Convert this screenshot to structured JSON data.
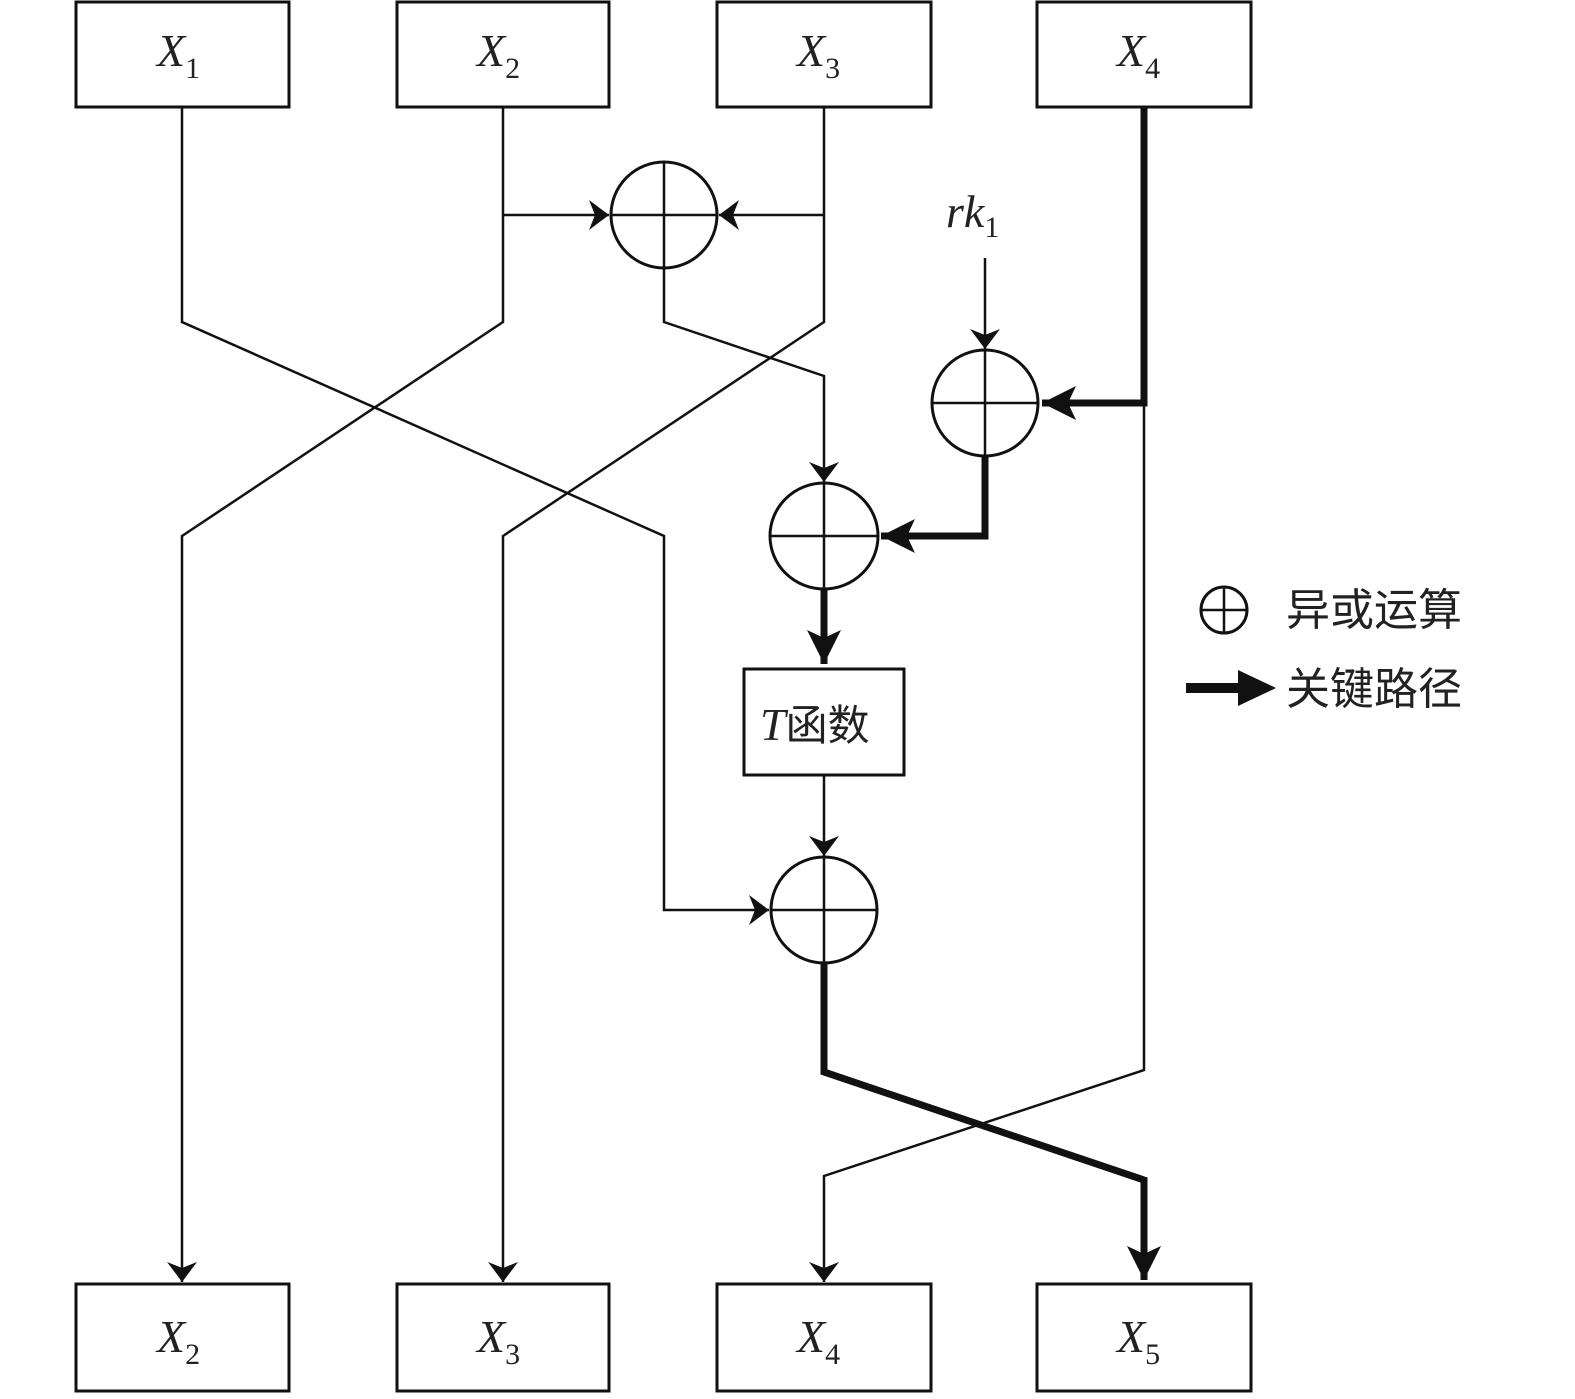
{
  "diagram": {
    "title": "",
    "inputs": [
      {
        "var": "X",
        "sub": "1"
      },
      {
        "var": "X",
        "sub": "2"
      },
      {
        "var": "X",
        "sub": "3"
      },
      {
        "var": "X",
        "sub": "4"
      }
    ],
    "outputs": [
      {
        "var": "X",
        "sub": "2"
      },
      {
        "var": "X",
        "sub": "3"
      },
      {
        "var": "X",
        "sub": "4"
      },
      {
        "var": "X",
        "sub": "5"
      }
    ],
    "round_key": {
      "var": "rk",
      "sub": "1"
    },
    "t_function": {
      "var": "T",
      "text": "函数"
    },
    "operators": [
      {
        "id": "xor-x2-x3",
        "type": "xor",
        "inputs": [
          "X2",
          "X3"
        ]
      },
      {
        "id": "xor-rk1-x4",
        "type": "xor",
        "inputs": [
          "rk1",
          "X4"
        ],
        "critical_input": "X4"
      },
      {
        "id": "xor-merge",
        "type": "xor",
        "inputs": [
          "xor-x2-x3",
          "xor-rk1-x4"
        ],
        "critical_input": "xor-rk1-x4"
      },
      {
        "id": "xor-output",
        "type": "xor",
        "inputs": [
          "T",
          "X1"
        ]
      }
    ],
    "connections": [
      {
        "from": "X1",
        "to": "xor-output",
        "critical": false
      },
      {
        "from": "X2",
        "to": "xor-x2-x3",
        "critical": false
      },
      {
        "from": "X2",
        "to": "out-X2",
        "critical": false
      },
      {
        "from": "X3",
        "to": "xor-x2-x3",
        "critical": false
      },
      {
        "from": "X3",
        "to": "out-X3",
        "critical": false
      },
      {
        "from": "X4",
        "to": "xor-rk1-x4",
        "critical": true
      },
      {
        "from": "X4",
        "to": "out-X4",
        "critical": false
      },
      {
        "from": "rk1",
        "to": "xor-rk1-x4",
        "critical": false
      },
      {
        "from": "xor-x2-x3",
        "to": "xor-merge",
        "critical": false
      },
      {
        "from": "xor-rk1-x4",
        "to": "xor-merge",
        "critical": true
      },
      {
        "from": "xor-merge",
        "to": "T",
        "critical": true
      },
      {
        "from": "T",
        "to": "xor-output",
        "critical": false
      },
      {
        "from": "xor-output",
        "to": "out-X5",
        "critical": true
      }
    ],
    "legend": [
      {
        "symbol": "xor-symbol",
        "label": "异或运算"
      },
      {
        "symbol": "thick-arrow",
        "label": "关键路径"
      }
    ]
  }
}
